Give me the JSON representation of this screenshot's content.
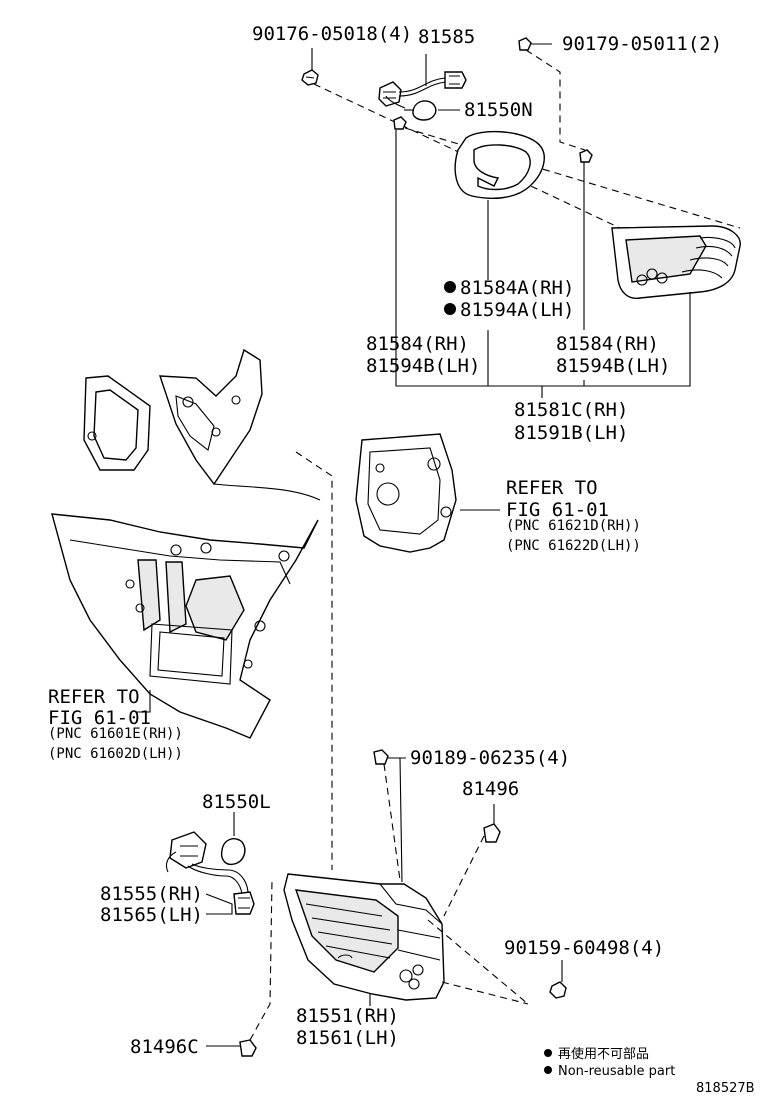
{
  "labels": {
    "p1": "90176-05018(4)",
    "p2": "81585",
    "p3": "90179-05011(2)",
    "p4": "81550N",
    "p5": "81584A(RH)",
    "p6": "81594A(LH)",
    "p7": "81584(RH)",
    "p8": "81594B(LH)",
    "p9": "81584(RH)",
    "p10": "81594B(LH)",
    "p11": "81581C(RH)",
    "p12": "81591B(LH)",
    "p13": "REFER TO",
    "p14": "FIG 61-01",
    "p15": "(PNC 61621D(RH))",
    "p16": "(PNC 61622D(LH))",
    "p17": "REFER TO",
    "p18": "FIG 61-01",
    "p19": "(PNC 61601E(RH))",
    "p20": "(PNC 61602D(LH))",
    "p21": "90189-06235(4)",
    "p22": "81496",
    "p23": "81550L",
    "p24": "81555(RH)",
    "p25": "81565(LH)",
    "p26": "90159-60498(4)",
    "p27": "81551(RH)",
    "p28": "81561(LH)",
    "p29": "81496C"
  },
  "legend": {
    "jp": "再使用不可部品",
    "en": "Non-reusable part"
  },
  "figure_id": "818527B"
}
